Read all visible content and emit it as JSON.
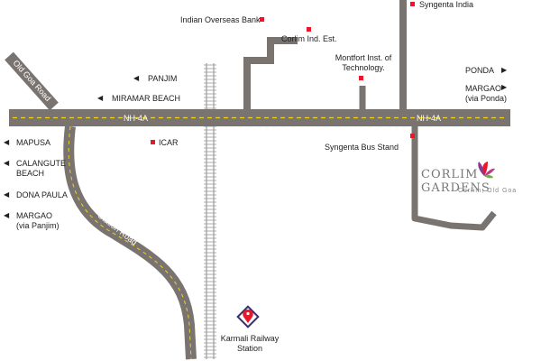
{
  "roads": {
    "highway_left": "NH-4A",
    "highway_right": "NH-4A",
    "old_goa_road": "Old Goa Road",
    "station_road": "Station Road"
  },
  "places": {
    "indian_overseas_bank": "Indian Overseas Bank",
    "corlim_ind_est": "Corlim Ind. Est.",
    "syngenta_india": "Syngenta India",
    "montfort": "Montfort Inst. of Technology.",
    "syngenta_bus_stand": "Syngenta Bus Stand",
    "icar": "ICAR",
    "karmali_station": "Karmali Railway Station"
  },
  "directions": {
    "panjim": "PANJIM",
    "miramar": "MIRAMAR BEACH",
    "mapusa": "MAPUSA",
    "calangute": "CALANGUTE BEACH",
    "dona_paula": "DONA PAULA",
    "margao_panjim_1": "MARGAO",
    "margao_panjim_2": "(via Panjim)",
    "ponda": "PONDA",
    "margao_ponda_1": "MARGAO",
    "margao_ponda_2": "(via Ponda)"
  },
  "brand": {
    "name": "CORLIM GARDENS",
    "tagline": "Corlim, Old Goa"
  },
  "colors": {
    "road": "#7a7470",
    "lane_marking": "#f2d11c",
    "marker": "#e8182a",
    "station_pin": "#3a2f6e",
    "rail": "#8a8a8a"
  }
}
